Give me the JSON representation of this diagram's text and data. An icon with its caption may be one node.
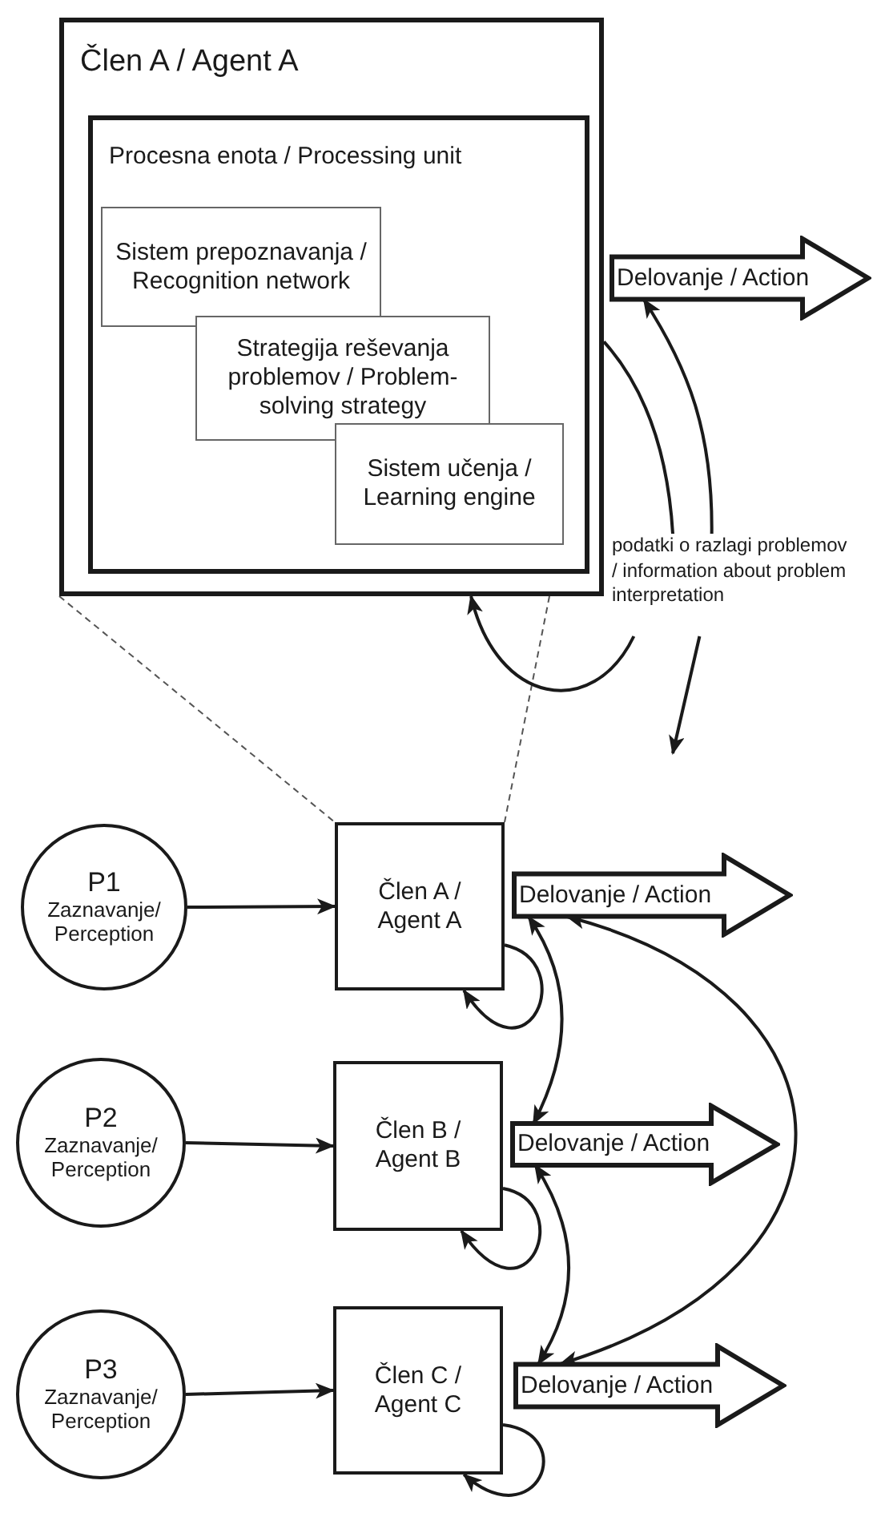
{
  "diagram": {
    "nodes": [
      {
        "text": [
          "Člen A / Agent A"
        ]
      },
      {
        "text": [
          "Procesna enota / Processing unit"
        ],
        "in": 0
      },
      {
        "text": [
          "Sistem prepoznavanja / Recognition network"
        ],
        "in": 1
      },
      {
        "text": [
          "Strategija reševanja problemov / Problem-solving strategy"
        ],
        "in": 1
      },
      {
        "text": [
          "Sistem učenja / Learning engine"
        ],
        "in": 1
      },
      {
        "text": [
          "Delovanje / Action"
        ]
      },
      {
        "text": [
          "podatki o razlagi problemov / information about problem interpretation"
        ]
      },
      {
        "text": [
          "P1",
          "Zaznavanje/ Perception"
        ]
      },
      {
        "text": [
          "Člen A / Agent A"
        ]
      },
      {
        "text": [
          "Delovanje / Action"
        ]
      },
      {
        "text": [
          "P2",
          "Zaznavanje/ Perception"
        ]
      },
      {
        "text": [
          "Člen B / Agent B"
        ]
      },
      {
        "text": [
          "Delovanje / Action"
        ]
      },
      {
        "text": [
          "P3",
          "Zaznavanje/ Perception"
        ]
      },
      {
        "text": [
          "Člen C / Agent C"
        ]
      },
      {
        "text": [
          "Delovanje / Action"
        ]
      }
    ],
    "edges": [
      {
        "from": 0,
        "to": 8,
        "arrow": "none",
        "style": "dashed"
      },
      {
        "from": 0,
        "to": 8,
        "arrow": "none",
        "style": "dashed"
      },
      {
        "from": 0,
        "to": 6,
        "arrow": "none"
      },
      {
        "from": 6,
        "to": 5,
        "arrow": "to"
      },
      {
        "from": 6,
        "to": 0,
        "arrow": "to"
      },
      {
        "from": 6,
        "to": null,
        "arrow": "to"
      },
      {
        "from": 7,
        "to": 8,
        "arrow": "to"
      },
      {
        "from": 8,
        "to": 8,
        "arrow": "to"
      },
      {
        "from": 9,
        "to": 12,
        "arrow": "both"
      },
      {
        "from": 9,
        "to": 15,
        "arrow": "both"
      },
      {
        "from": 10,
        "to": 11,
        "arrow": "to"
      },
      {
        "from": 11,
        "to": 11,
        "arrow": "to"
      },
      {
        "from": 12,
        "to": 15,
        "arrow": "both"
      },
      {
        "from": 13,
        "to": 14,
        "arrow": "to"
      },
      {
        "from": 14,
        "to": 14,
        "arrow": "to"
      }
    ]
  }
}
